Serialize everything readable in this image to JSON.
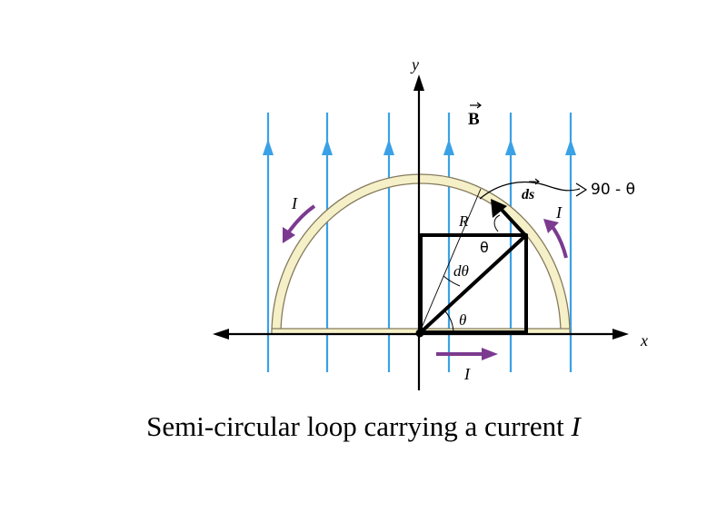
{
  "labels": {
    "axis_y": "y",
    "axis_x": "x",
    "field": "B",
    "radius": "R",
    "d_theta": "dθ",
    "theta_lower": "θ",
    "ds": "ds",
    "current_left": "I",
    "current_right": "I",
    "current_bottom": "I",
    "handwritten_theta": "θ",
    "handwritten_note": "90 - θ"
  },
  "caption": {
    "text": "Semi-circular loop carrying a current ",
    "italic": "I"
  },
  "colors": {
    "field_lines": "#3aa1e6",
    "loop_fill": "#f6f0c8",
    "loop_stroke": "#857b5e",
    "current_arrows": "#7b3a8f",
    "ink": "#000000"
  }
}
